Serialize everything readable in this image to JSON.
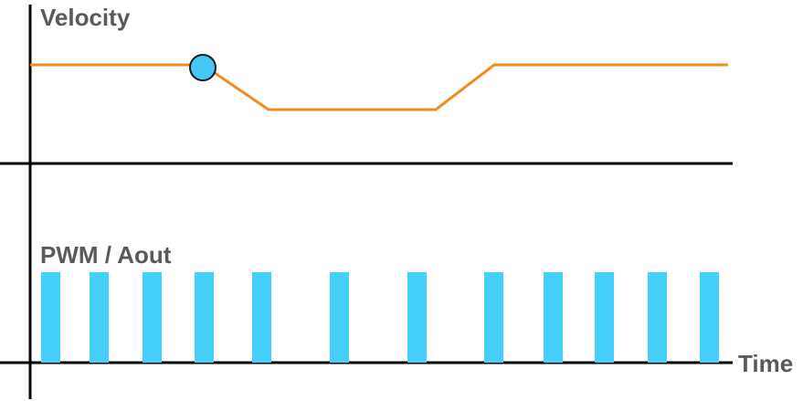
{
  "labels": {
    "velocity": "Velocity",
    "pwm": "PWM / Aout",
    "time": "Time"
  },
  "colors": {
    "axis": "#000000",
    "velocity_line": "#f28a1e",
    "pulse": "#45d0fa",
    "marker_fill": "#45c8f5",
    "label": "#5a5a5a"
  },
  "velocity_profile": {
    "description_levels": [
      "high",
      "low",
      "high"
    ],
    "marker_on_curve": true
  },
  "pwm": {
    "pulse_count": 12
  }
}
